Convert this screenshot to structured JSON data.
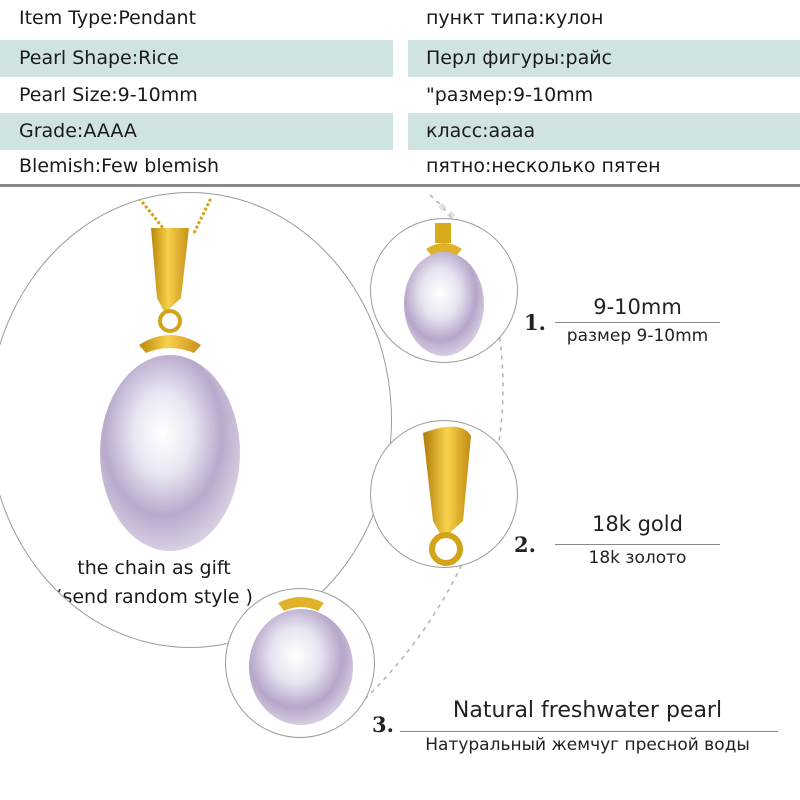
{
  "specs": {
    "rows": [
      {
        "en": "Item Type:Pendant",
        "ru": "пункт типа:кулон"
      },
      {
        "en": "Pearl Shape:Rice",
        "ru": "Перл фигуры:райс"
      },
      {
        "en": "Pearl Size:9-10mm",
        "ru": "\"размер:9-10mm"
      },
      {
        "en": "Grade:AAAA",
        "ru": "класс:аааа"
      },
      {
        "en": "Blemish:Few blemish",
        "ru": "пятно:несколько пятен"
      }
    ]
  },
  "main": {
    "gift_line1": "the chain as gift",
    "gift_line2": "(send random style )"
  },
  "details": [
    {
      "number": "1.",
      "title": "9-10mm",
      "subtitle": "размер 9-10mm"
    },
    {
      "number": "2.",
      "title": "18k gold",
      "subtitle": "18k золото"
    },
    {
      "number": "3.",
      "title": "Natural freshwater pearl",
      "subtitle": "Натуральный жемчуг пресной воды"
    }
  ]
}
